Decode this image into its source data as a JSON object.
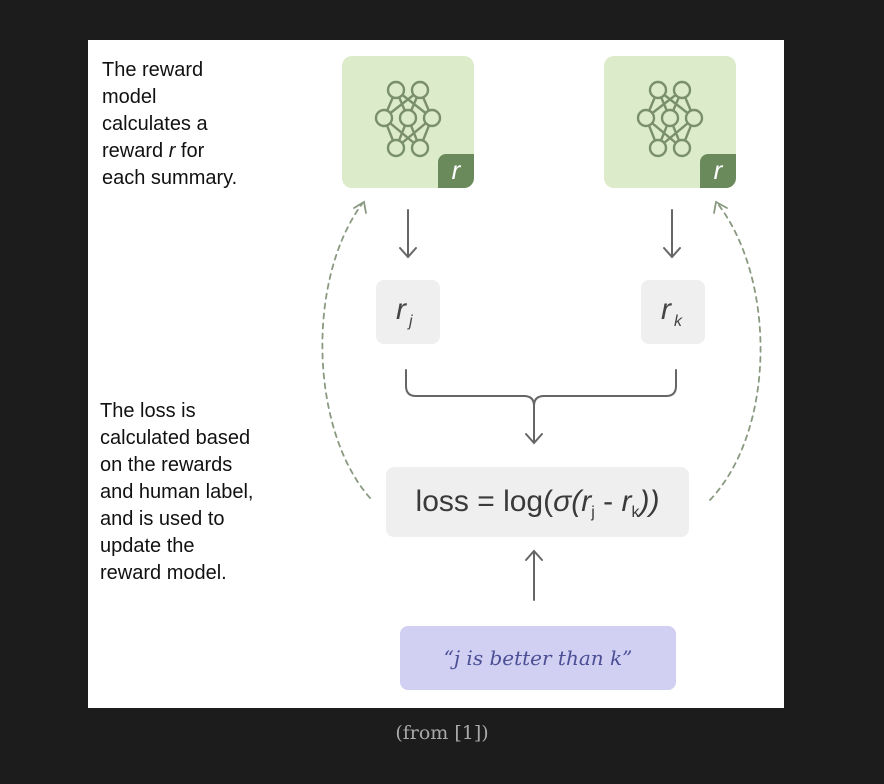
{
  "top_text": {
    "lines": [
      "The reward",
      "model",
      "calculates a",
      "reward ",
      "each summary."
    ],
    "italic_r": "r",
    "line4_tail": " for"
  },
  "bottom_text": {
    "lines": [
      "The loss is",
      "calculated based",
      "on the rewards",
      "and human label,",
      "and is used to",
      "update the",
      "reward model."
    ]
  },
  "model_badge": "r",
  "reward_j": {
    "main": "r",
    "sub": "j"
  },
  "reward_k": {
    "main": "r",
    "sub": "k"
  },
  "loss": {
    "prefix": "loss = log(",
    "sigma": "σ",
    "open": "(",
    "r1": "r",
    "sub1": "j",
    "minus": " - ",
    "r2": "r",
    "sub2": "k",
    "close": "))"
  },
  "human_label": "“j is better than k”",
  "caption": "(from [1])",
  "colors": {
    "background": "#1c1c1c",
    "panel": "#ffffff",
    "model_box": "#dcebc9",
    "model_badge": "#6b8a5c",
    "reward_box": "#efefef",
    "label_box": "#d1cff2",
    "label_text": "#4b4f95",
    "arrow": "#666666",
    "dashed_arrow": "#8a9a80"
  },
  "icons": [
    "neural-network-icon",
    "down-arrow-icon",
    "up-arrow-icon",
    "merge-bracket-icon",
    "dashed-feedback-arrow-icon"
  ]
}
